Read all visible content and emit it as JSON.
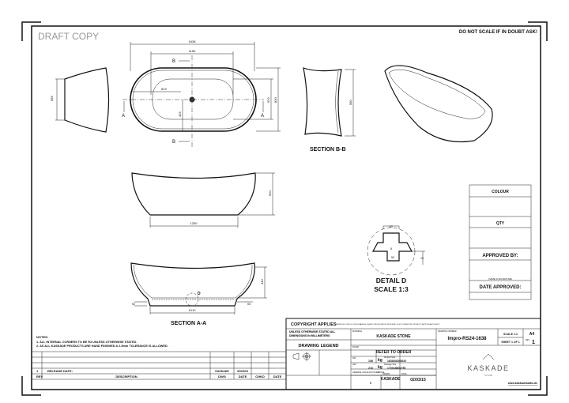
{
  "watermark": "DRAFT COPY",
  "warning": "DO NOT SCALE IF IN DOUBT ASK!",
  "top_view": {
    "overall_length": "1638",
    "inner_length": "1150",
    "overall_width": "830",
    "inner_width": "620",
    "waste_offset": "819",
    "waste_from_edge": "425",
    "section_marker_b": "B",
    "section_marker_a": "A"
  },
  "end_view": {
    "height": "585"
  },
  "section_bb": {
    "label": "SECTION B-B",
    "height": "580"
  },
  "side_view": {
    "base_length": "1250",
    "height": "620"
  },
  "section_aa": {
    "label": "SECTION A-A",
    "depth": "440",
    "base_length": "1010",
    "plinth": "50",
    "plinth_right": "55",
    "detail_marker": "D"
  },
  "detail_d": {
    "title": "DETAIL D",
    "scale": "SCALE 1:3",
    "dim_top": "80",
    "dim_mid": "8",
    "dim_bottom": "50",
    "dim_side": "10"
  },
  "side_panel": {
    "colour": "COLOUR",
    "qty": "QTY",
    "approved_by": "APPROVED BY:",
    "name_signature": "NAME & SIGNATURE",
    "date_approved": "DATE APPROVED:"
  },
  "notes": {
    "title": "NOTES:",
    "items": [
      "1. ALL INTERNAL CORNERS TO BE R3 UNLESS OTHERWISE STATED.",
      "2. AS ALL KASKADE PRODUCTS ARE HAND FINISHED A 2-5mm TOLERANCE IS ALLOWED."
    ]
  },
  "revision_table": {
    "row": {
      "rev": "1",
      "description": "RELEASE DATE:",
      "dwg": "KASKADE",
      "date": "02/03/15"
    },
    "headers": {
      "rev": "REV",
      "description": "DESCRIPTION",
      "dwg": "DWG",
      "date": "DATE",
      "chkd": "CHKD",
      "date2": "DATE"
    }
  },
  "title_block": {
    "copyright": "COPYRIGHT APPLIES",
    "copyright_note": "REPRODUCTION OF THIS DRAWING OR ANY SPECIFICATION PROVIDED IS NOT PERMITTED WITHOUT WRITTEN AUTHORITY",
    "units": "UNLESS OTHERWISE STATED ALL DIMENSIONS IN MILLIMETERS",
    "drawing_legend": "DRAWING LEGEND",
    "material_label": "MATERIAL",
    "material": "KASKADE STONE",
    "finish_label": "FINISH",
    "finish": "REFER TO ORDER",
    "weight_label": "NW",
    "weight": "108",
    "weight_unit": "kg",
    "product_size_label": "Product Size",
    "product_size": "1638X830X620",
    "gross_label": "GW",
    "gross": "210",
    "gross_unit": "kg",
    "package_label": "Package Size",
    "package": "1700x880x790",
    "tolerance_label": "GENERAL ANGULAR TOLERANCE",
    "tolerance": "±",
    "drawn_label": "DRAWN",
    "drawn": "KASKADE",
    "date_label": "DATE",
    "date": "02/03/15",
    "decimal": "0",
    "drawing_number_label": "DRAWING NUMBER",
    "drawing_number": "Impro-RS24-1638",
    "scale": "SCALE 1:1",
    "size": "A4",
    "sheet": "SHEET 1 OF 1",
    "rev_label": "REV",
    "rev": "1",
    "brand": "KASKADE",
    "brand_sub": "STONE",
    "website": "www.kaskadebaths.de"
  }
}
